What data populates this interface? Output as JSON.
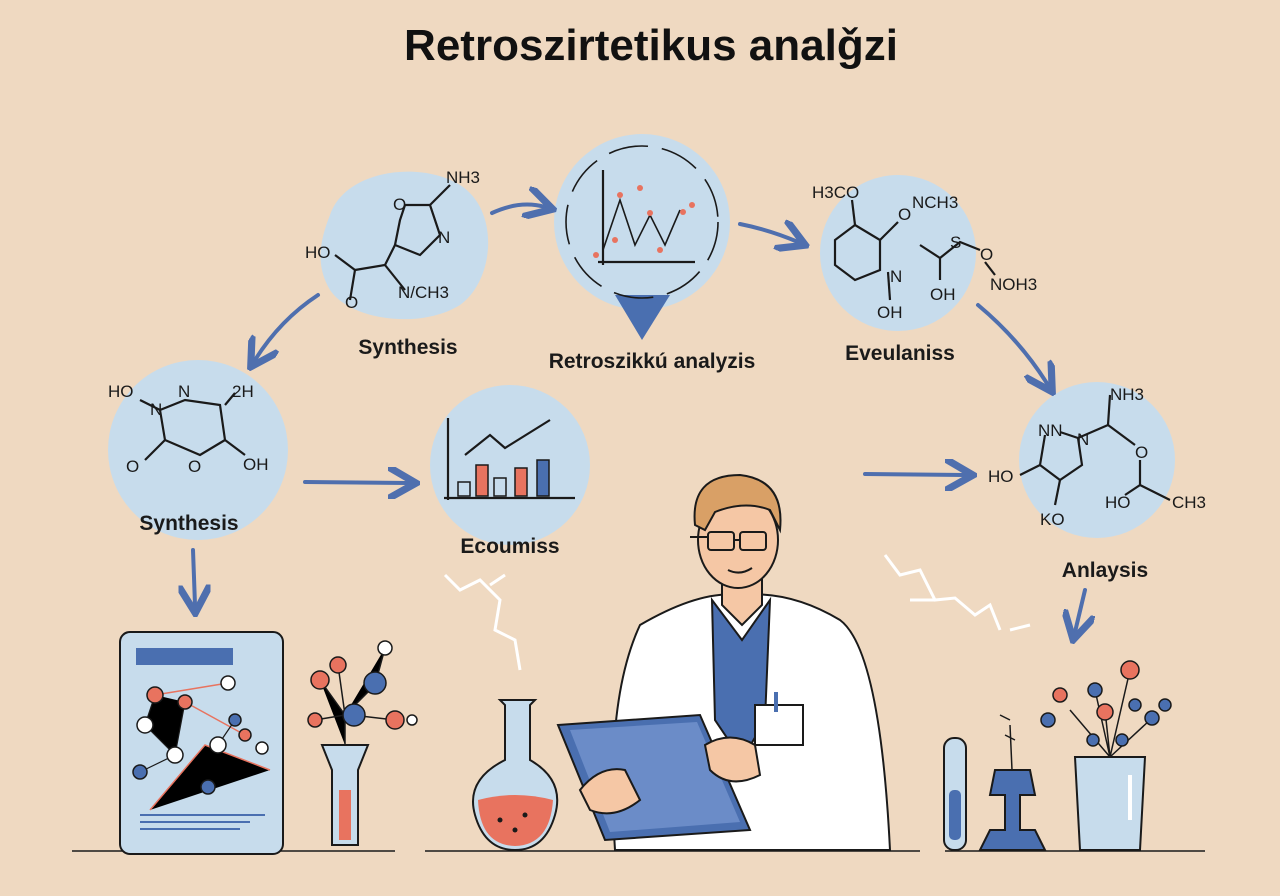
{
  "title": "Retroszirtetikus analǧzi",
  "nodes": {
    "synthesis_top": {
      "label": "Synthesis",
      "atoms": [
        "NH3",
        "O",
        "N",
        "HO",
        "O",
        "N/CH3"
      ]
    },
    "retro": {
      "label": "Retroszikkú analyzis"
    },
    "eval": {
      "label": "Eveulaniss",
      "atoms": [
        "H3CO",
        "NCH3",
        "O",
        "S",
        "O",
        "N",
        "OH",
        "OH",
        "NOH3"
      ]
    },
    "synthesis_left": {
      "label": "Synthesis",
      "atoms": [
        "HO",
        "N",
        "N",
        "2H",
        "O",
        "O",
        "OH"
      ]
    },
    "econ": {
      "label": "Ecoumiss"
    },
    "analysis": {
      "label": "Anlaysis",
      "atoms": [
        "NH3",
        "NN",
        "N",
        "O",
        "HO",
        "KO",
        "HO",
        "CH3"
      ]
    }
  },
  "colors": {
    "background": "#efd9c1",
    "bubble": "#c7dcec",
    "arrow": "#4f6fae",
    "accent_red": "#e8735f",
    "accent_blue": "#4a6fb0"
  }
}
